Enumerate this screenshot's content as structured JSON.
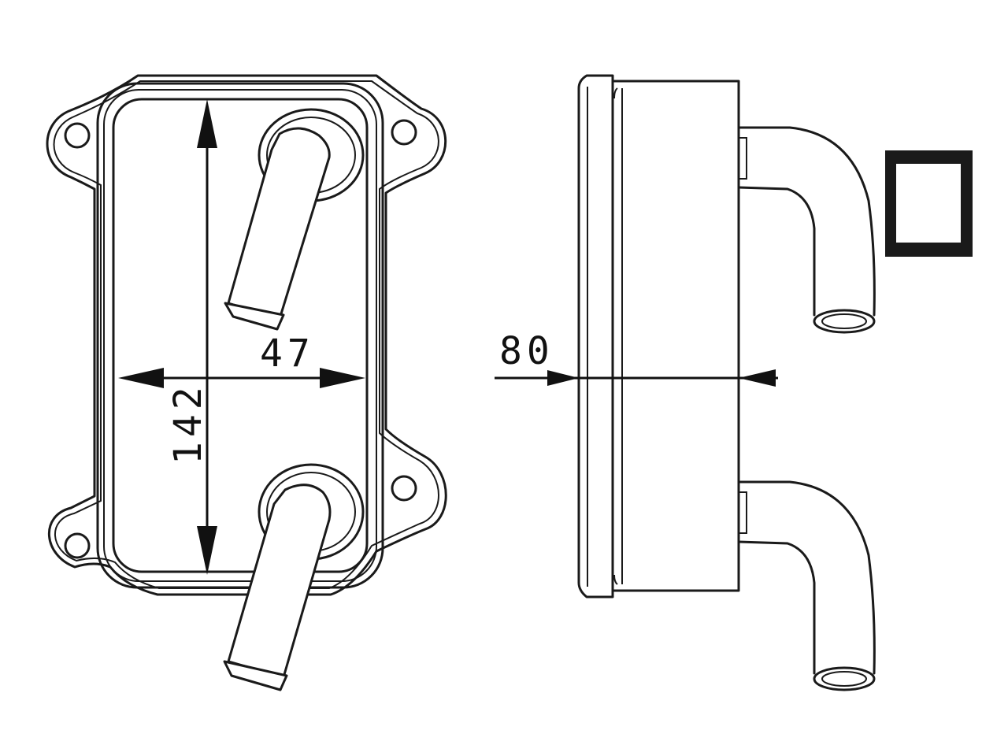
{
  "dimensions": {
    "height": "142",
    "width": "47",
    "depth": "80"
  },
  "symbol": {
    "name": "square-frame-symbol"
  },
  "colors": {
    "line": "#1a1a1a",
    "background": "#ffffff"
  }
}
